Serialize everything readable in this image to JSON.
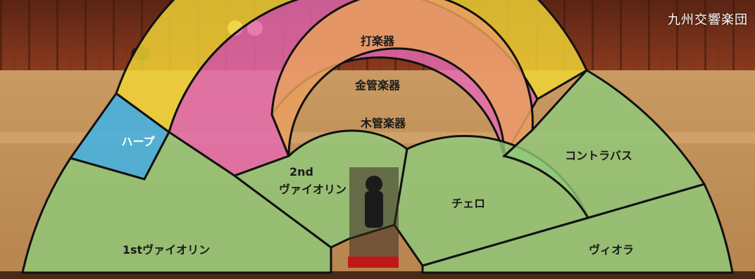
{
  "brand": {
    "name": "九州交響楽団"
  },
  "sections": {
    "percussion": {
      "label": "打楽器",
      "color": "#f2d536"
    },
    "brass": {
      "label": "金管楽器",
      "color": "#e46ab0"
    },
    "woodwinds": {
      "label": "木管楽器",
      "color": "#e9a05f"
    },
    "harp": {
      "label": "ハープ",
      "color": "#3fb3e6"
    },
    "violin1": {
      "label": "1stヴァイオリン",
      "color": "#8fca7a"
    },
    "violin2": {
      "label_line1": "2nd",
      "label_line2": "ヴァイオリン",
      "color": "#8fca7a"
    },
    "cello": {
      "label": "チェロ",
      "color": "#8fca7a"
    },
    "contrabass": {
      "label": "コントラバス",
      "color": "#8fca7a"
    },
    "viola": {
      "label": "ヴィオラ",
      "color": "#8fca7a"
    }
  },
  "conductor": {
    "podium_color": "#c01818"
  }
}
